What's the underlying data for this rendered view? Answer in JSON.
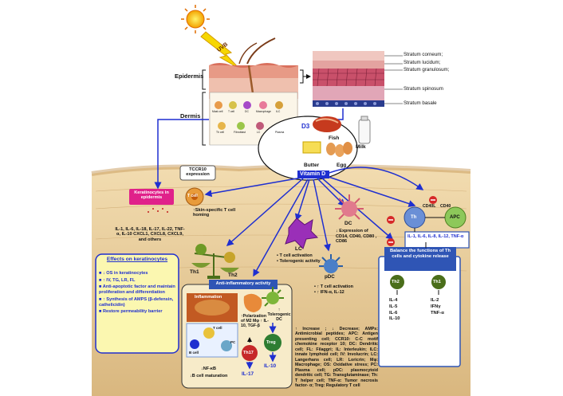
{
  "skin_layers": {
    "epidermis": "Epidermis",
    "dermis": "Dermis",
    "uvb": "UVB",
    "corneum": "Stratum corneum;",
    "lucidum": "Stratum lucidum;",
    "granulosum": "Stratum granulosum;",
    "spinosum": "Stratum spinosum",
    "basale": "Stratum basale"
  },
  "dermis_cells": [
    "Mast cell",
    "T cell",
    "DC",
    "Macrophage",
    "ILC",
    "Th cell",
    "Fibroblast",
    "LC",
    "Plasma"
  ],
  "vitamin_sources": {
    "d3": "D3",
    "fish": "Fish",
    "milk": "Milk",
    "butter": "Butter",
    "egg": "Egg",
    "vitamin_d": "Vitamin D"
  },
  "keratinocytes": {
    "label": "Keratinocytes in epidermis",
    "tccr10": "TCCR10 expression",
    "tcell": "T cell",
    "homing": "↑Skin-specific T cell homing",
    "cytokines": "IL-1, IL-6, IL-18, IL-17, IL-22, TNF-α, IL-10 CXCL1, CXCL8, CXCL9, and others"
  },
  "effects": {
    "title": "Effects on keratinocytes",
    "items": [
      "↓ OS in keratinocytes",
      "↑ IV, TG, LR, FL",
      "Anti-apoptotic factor and maintain proliferation and differentiation",
      "↑ Synthesis of AMPS (β-defensin, cathelicidin)",
      "Restore permeability barrier"
    ]
  },
  "th_balance": {
    "th1": "Th1",
    "th2": "Th2"
  },
  "lc": {
    "label": "LC",
    "items": [
      "T cell activation",
      "Tolerogenic activity"
    ]
  },
  "dc": {
    "label": "DC",
    "desc": "↓ Expression of CD14, CD40, CD80 , CD86"
  },
  "pdc": {
    "label": "pDC",
    "items": [
      "↑ T cell activation",
      "↑ IFN-α, IL-12"
    ]
  },
  "apc": {
    "th": "Th",
    "apc": "APC",
    "cd40l": "CD40L",
    "cd40": "CD40",
    "cytokines": "IL-1, IL-6, IL-8, IL-12, TNF-α"
  },
  "th_functions": {
    "title": "Balance the functions of Th cells and cytokine release",
    "th2": "Th2",
    "th1": "Th1",
    "th2_cytokines": [
      "IL-4",
      "IL-5",
      "IL-6",
      "IL-10"
    ],
    "th1_cytokines": [
      "IL-2",
      "IFNγ",
      "TNF-α"
    ]
  },
  "anti_inflammatory": {
    "title": "Anti-inflammatory activity",
    "inflammation": "Inflammation",
    "macrophage": "↑Polarization of M2 Mφ ↑ IL-10, TGF-β",
    "tolerogenic": "↑ Tolerogenic DC",
    "th17": "Th17",
    "il17": "IL-17",
    "treg": "Treg",
    "il10": "IL-10",
    "tcell": "T cell",
    "bcell": "B cell",
    "pc": "PC",
    "nfkb": "↓NF-κB",
    "bmat": "↓B cell maturation"
  },
  "legend": "↑ Increase ; ↓ Decrease; AMPs: Antimicrobial peptides; APC: Antigen presenting cell; CCR10: C-C motif chemokine receptor 10; DC: Dendritic cell; FL: Filaggri; IL: Interleukin; ILC: innate lymphoid cell; IV: Involucrin; LC: Langerhans cell; LR: Loricrin; Mφ: Macrophage; OS: Oxidative stress; PC: Plasma cell; pDC: plasmocytoid dendritic cell; TG: Transglutaminase; Th: T helper cell; TNF-α: Tumor necrosis factor- α; Treg: Regulatory T cell",
  "colors": {
    "skin_bg": "#e8cfa2",
    "blue_arrow": "#1f2fd0",
    "effects_bg": "#fbf7b0",
    "th_box": "#2f55b5",
    "green_cell": "#4a6e1a",
    "treg": "#2e7d32",
    "th17": "#c62828",
    "keratinocyte_label": "#e0218a"
  }
}
